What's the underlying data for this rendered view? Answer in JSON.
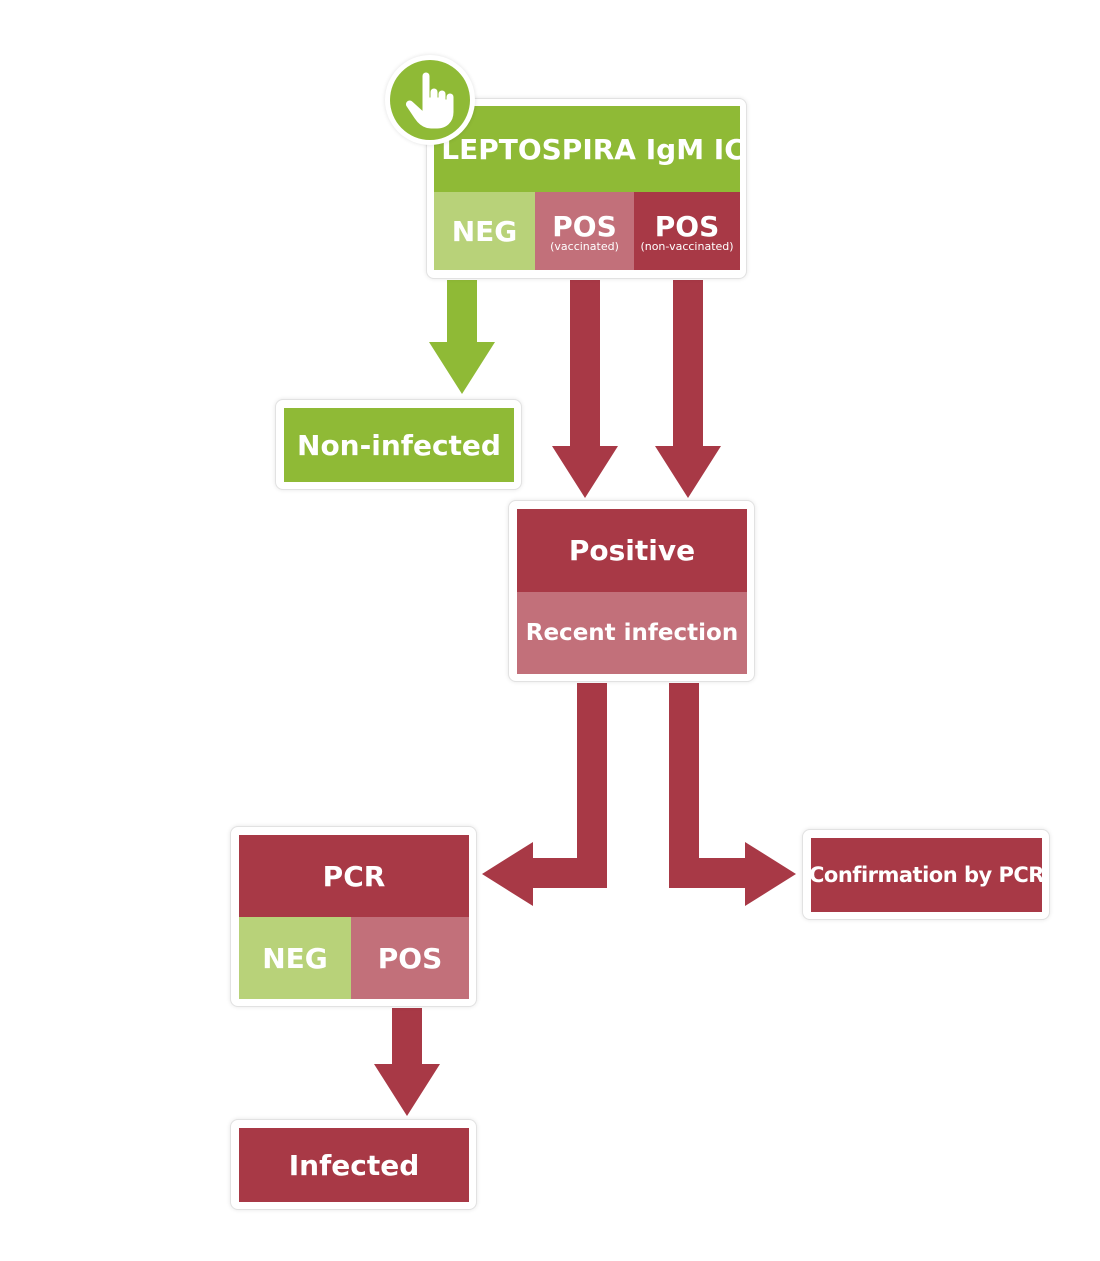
{
  "colors": {
    "green": "#8fba36",
    "green_light": "#b8d279",
    "red": "#a83946",
    "red_light": "#c2707a"
  },
  "test_box": {
    "icon": "pointing-hand-icon",
    "title": "LEPTOSPIRA IgM IC",
    "neg": "NEG",
    "pos_vaccinated": "POS",
    "pos_vaccinated_note": "(vaccinated)",
    "pos_non_vaccinated": "POS",
    "pos_non_vaccinated_note": "(non-vaccinated)"
  },
  "non_infected": "Non-infected",
  "positive_box": {
    "title": "Positive",
    "subtitle": "Recent infection"
  },
  "pcr_box": {
    "title": "PCR",
    "neg": "NEG",
    "pos": "POS"
  },
  "confirmation": "Confirmation by PCR",
  "infected": "Infected"
}
